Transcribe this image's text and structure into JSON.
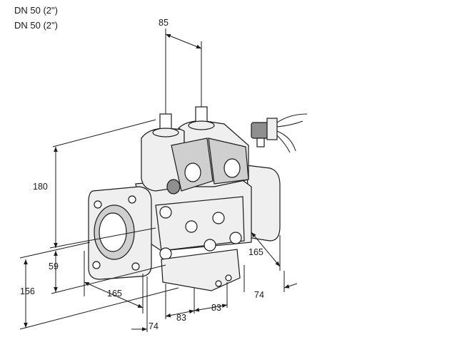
{
  "titles": [
    "DN 50 (2\")",
    "DN 50 (2\")"
  ],
  "dimensions": {
    "top_spacing": "85",
    "height_total": "180",
    "height_axis": "59",
    "height_base": "156",
    "length_left": "165",
    "length_right": "165",
    "flange_left": "74",
    "flange_right": "74",
    "module_a": "83",
    "module_b": "83"
  }
}
